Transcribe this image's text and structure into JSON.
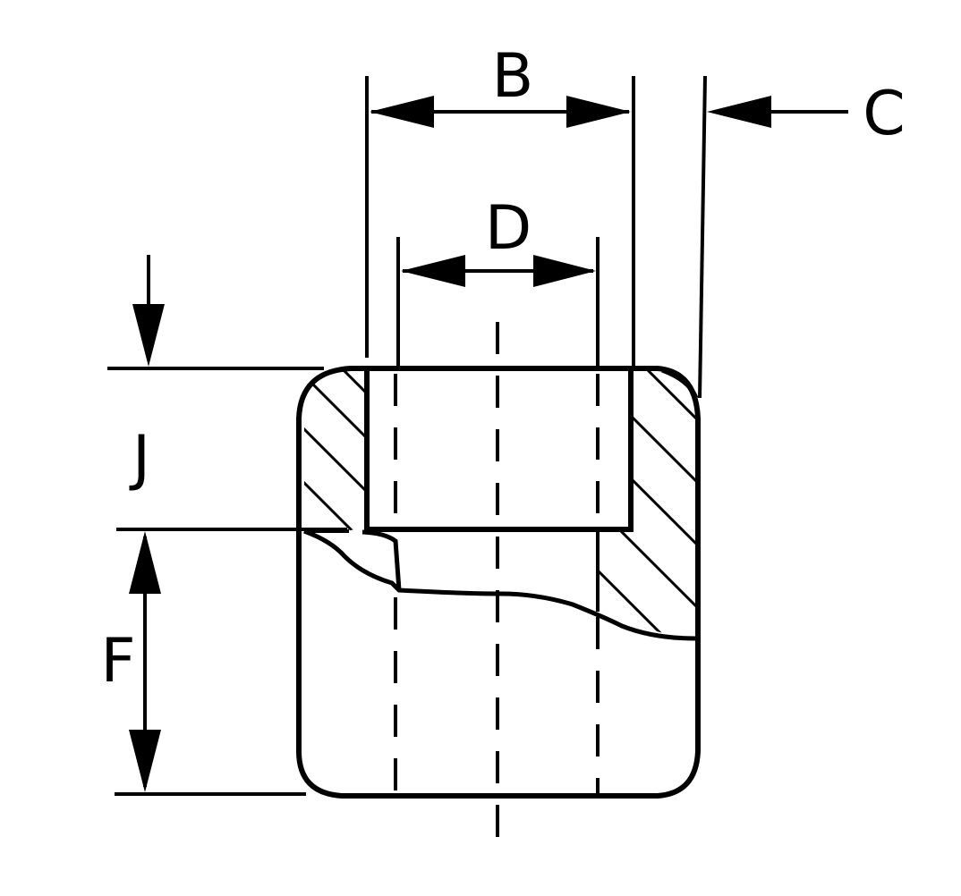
{
  "diagram": {
    "labels": {
      "b": "B",
      "c": "C",
      "d": "D",
      "j": "J",
      "f": "F"
    },
    "colors": {
      "ink": "#000000",
      "background": "#ffffff"
    }
  }
}
